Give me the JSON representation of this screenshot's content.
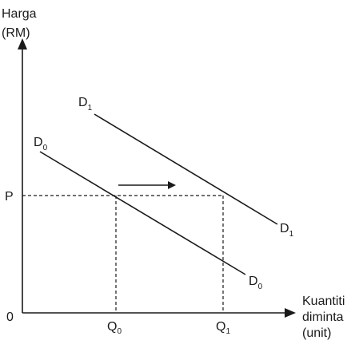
{
  "y_axis": {
    "line1": "Harga",
    "line2": "(RM)"
  },
  "x_axis": {
    "line1": "Kuantiti",
    "line2": "diminta",
    "line3": "(unit)"
  },
  "origin": "0",
  "price_label": "P",
  "q0": {
    "main": "Q",
    "sub": "0"
  },
  "q1": {
    "main": "Q",
    "sub": "1"
  },
  "d0_left": {
    "main": "D",
    "sub": "0"
  },
  "d0_right": {
    "main": "D",
    "sub": "0"
  },
  "d1_left": {
    "main": "D",
    "sub": "1"
  },
  "d1_right": {
    "main": "D",
    "sub": "1"
  },
  "shift_arrow": "right-arrow-icon"
}
